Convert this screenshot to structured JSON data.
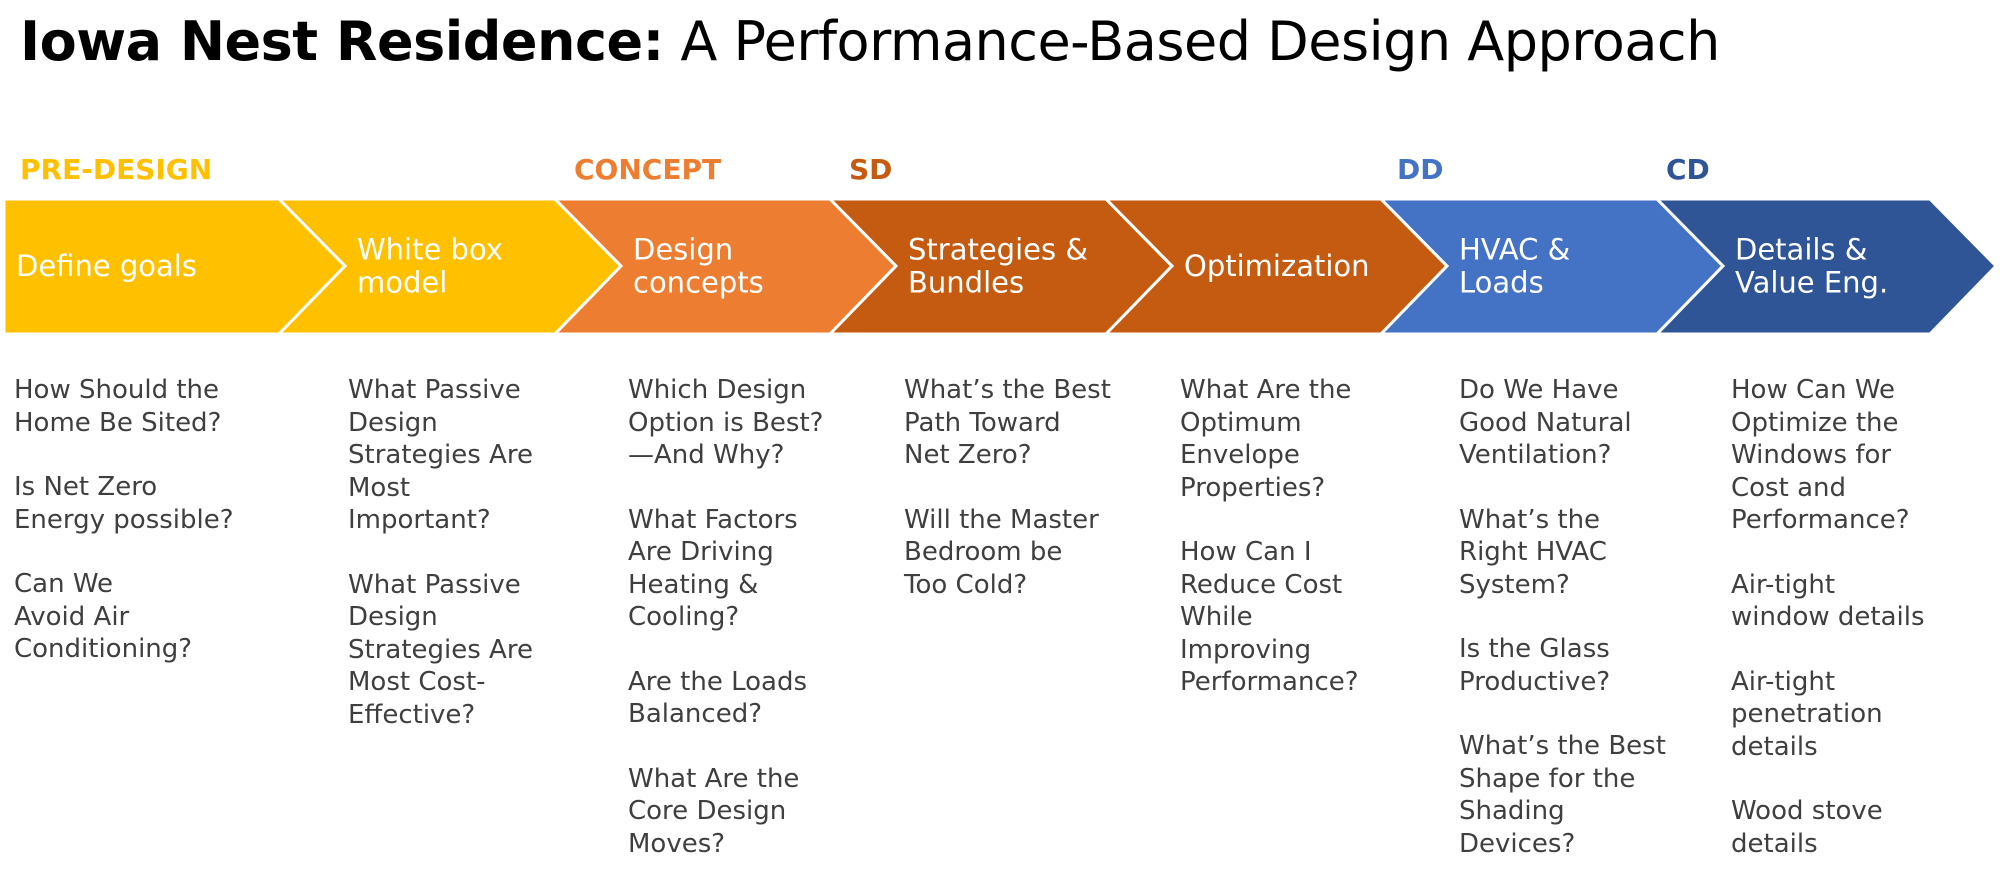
{
  "title": {
    "bold": "Iowa Nest Residence:",
    "rest": " A Performance-Based Design Approach"
  },
  "phases": [
    {
      "label": "PRE-DESIGN",
      "color": "#ffc000"
    },
    {
      "label": "CONCEPT",
      "color": "#ed7d31"
    },
    {
      "label": "SD",
      "color": "#c55a11"
    },
    {
      "label": "DD",
      "color": "#4472c4"
    },
    {
      "label": "CD",
      "color": "#2f5597"
    }
  ],
  "steps": [
    {
      "label": "Define goals",
      "color": "#ffc000"
    },
    {
      "label": "White box\nmodel",
      "color": "#ffc000"
    },
    {
      "label": "Design\nconcepts",
      "color": "#ed7d31"
    },
    {
      "label": "Strategies &\nBundles",
      "color": "#c55a11"
    },
    {
      "label": "Optimization",
      "color": "#c55a11"
    },
    {
      "label": "HVAC &\nLoads",
      "color": "#4472c4"
    },
    {
      "label": "Details &\nValue Eng.",
      "color": "#2f5597"
    }
  ],
  "questions": [
    [
      "How Should the\nHome Be Sited?",
      "Is Net Zero\nEnergy possible?",
      "Can We\nAvoid Air\nConditioning?"
    ],
    [
      "What Passive\nDesign\nStrategies Are\nMost\nImportant?",
      "What Passive\nDesign\nStrategies Are\nMost Cost-\nEffective?"
    ],
    [
      "Which Design\nOption is Best?\n—And Why?",
      "What Factors\nAre Driving\nHeating &\nCooling?",
      "Are the Loads\nBalanced?",
      "What Are the\nCore Design\nMoves?"
    ],
    [
      "What’s the Best\nPath Toward\nNet Zero?",
      "Will the Master\nBedroom be\nToo Cold?"
    ],
    [
      "What Are the\nOptimum\nEnvelope\nProperties?",
      "How Can I\nReduce Cost\nWhile\nImproving\nPerformance?"
    ],
    [
      "Do We Have\nGood Natural\nVentilation?",
      "What’s the\nRight HVAC\nSystem?",
      "Is the Glass\nProductive?",
      "What’s the Best\nShape for the\nShading\nDevices?"
    ],
    [
      "How Can We\nOptimize the\nWindows for\nCost and\nPerformance?",
      "Air-tight\nwindow details",
      "Air-tight\npenetration\ndetails",
      "Wood stove\ndetails"
    ]
  ]
}
